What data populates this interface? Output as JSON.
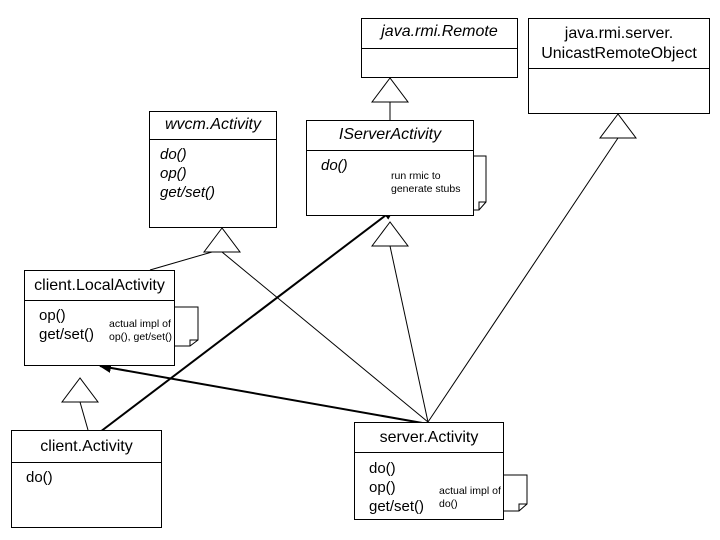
{
  "classes": {
    "remote": {
      "name": "java.rmi.Remote",
      "ops": []
    },
    "unicast": {
      "name_lines": [
        "java.rmi.server.",
        "UnicastRemoteObject"
      ],
      "ops": []
    },
    "wvcm": {
      "name": "wvcm.Activity",
      "ops": [
        "do()",
        "op()",
        "get/set()"
      ]
    },
    "iserver": {
      "name": "IServerActivity",
      "ops": [
        "do()"
      ]
    },
    "local": {
      "name": "client.LocalActivity",
      "ops": [
        "op()",
        "get/set()"
      ]
    },
    "client": {
      "name": "client.Activity",
      "ops": [
        "do()"
      ]
    },
    "server": {
      "name": "server.Activity",
      "ops": [
        "do()",
        "op()",
        "get/set()"
      ]
    }
  },
  "notes": {
    "rmic": [
      "run rmic to",
      "generate stubs"
    ],
    "local_impl": [
      "actual impl of",
      "op(), get/set()"
    ],
    "server_impl": [
      "actual impl of",
      "do()"
    ]
  }
}
